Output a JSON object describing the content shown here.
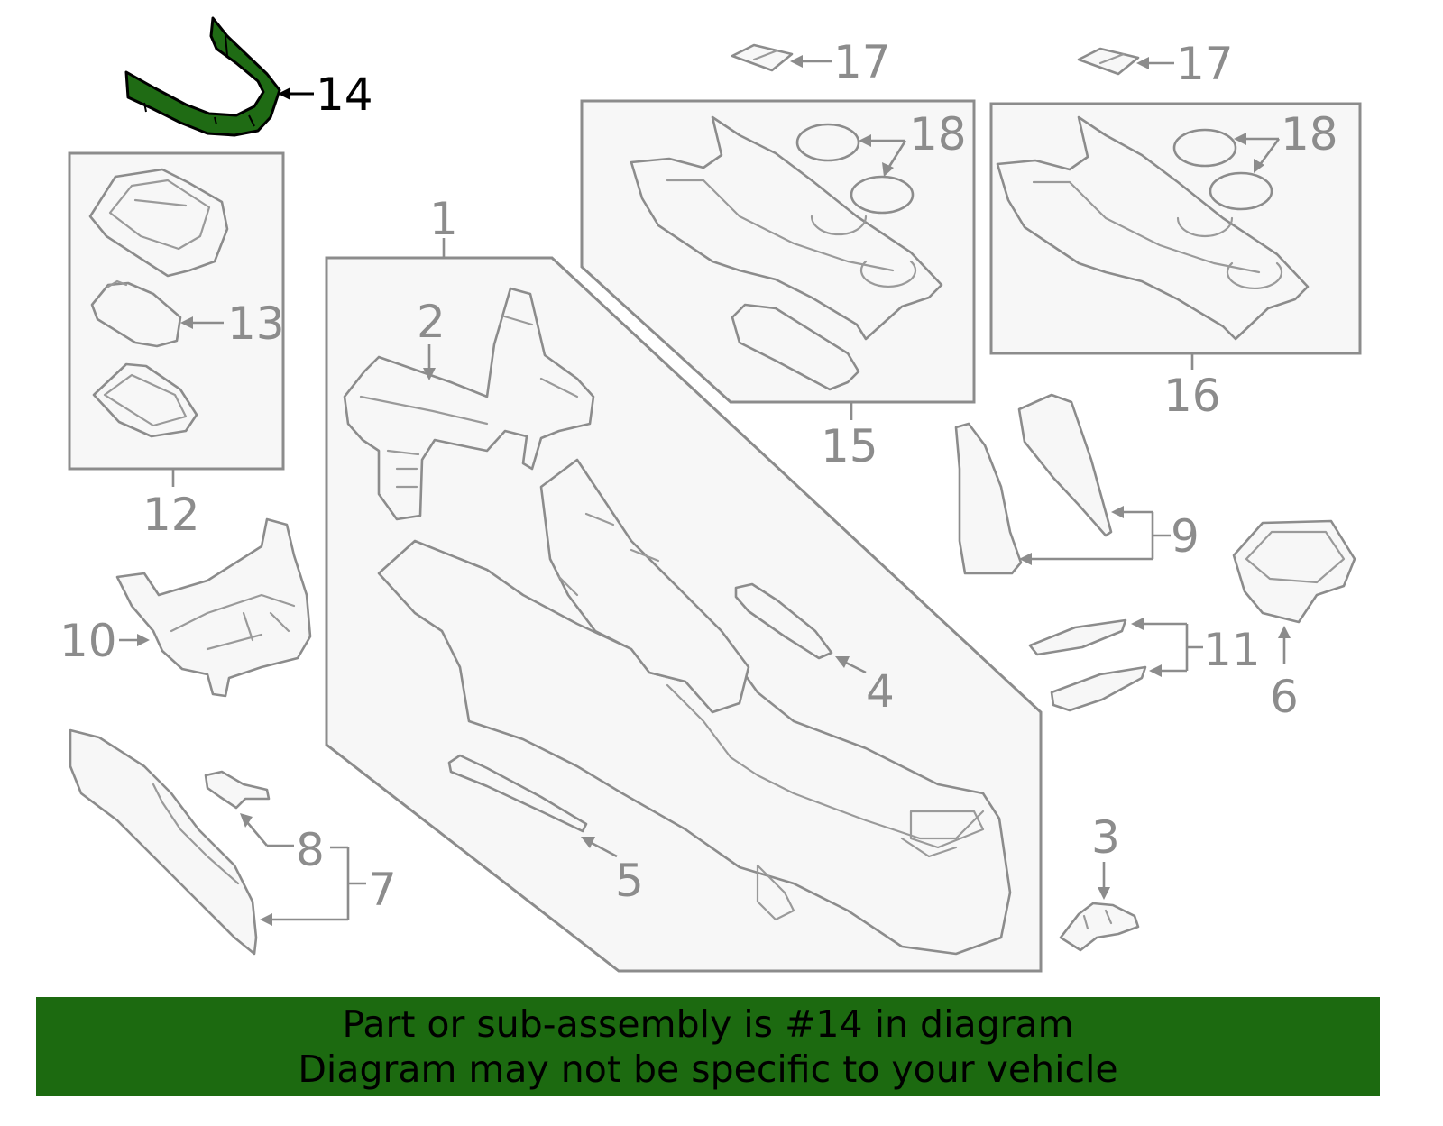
{
  "diagram": {
    "highlight_color": "#1f6b14",
    "line_color": "#8c8c8c",
    "callouts": {
      "c1": "1",
      "c2": "2",
      "c3": "3",
      "c4": "4",
      "c5": "5",
      "c6": "6",
      "c7": "7",
      "c8": "8",
      "c9": "9",
      "c10": "10",
      "c11": "11",
      "c12": "12",
      "c13": "13",
      "c14": "14",
      "c15": "15",
      "c16": "16",
      "c17a": "17",
      "c17b": "17",
      "c18a": "18",
      "c18b": "18"
    }
  },
  "banner": {
    "background": "#1c6a10",
    "line1": "Part or sub-assembly is #14 in diagram",
    "line2": "Diagram may not be specific to your vehicle"
  }
}
